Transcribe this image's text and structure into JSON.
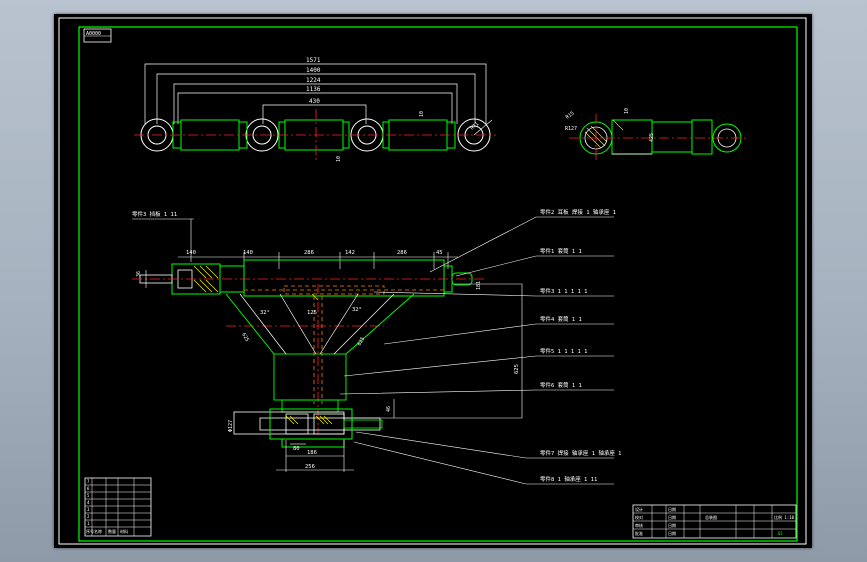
{
  "colors": {
    "paper": "#000000",
    "frame": "#ffffff",
    "geometry": "#00ff00",
    "centerline": "#ff2020",
    "hidden": "#ff7f00",
    "dimension": "#ffffff",
    "section": "#ffff00",
    "leader": "#ffffff"
  },
  "sheet": {
    "corner_tag": "A0000"
  },
  "top_view": {
    "dims": [
      "1571",
      "1400",
      "1224",
      "1136",
      "430",
      "10",
      "10",
      "R71"
    ]
  },
  "side_view": {
    "dims": [
      "R15",
      "R127",
      "10",
      "425"
    ]
  },
  "main_view": {
    "title_callout": "零件3 挡板 1 11",
    "dims": {
      "d1": "140",
      "d2": "286",
      "d3": "142",
      "d4": "286",
      "d5": "45",
      "d6": "36",
      "d7": "181",
      "d8": "32°",
      "d9": "32°",
      "d10": "125",
      "d11": "625",
      "d12": "Φ127",
      "d13": "80",
      "d14": "186",
      "d15": "256",
      "d16": "46"
    },
    "callouts": [
      "零件2 耳板 焊接 1 轴承座 1",
      "零件1 套筒 1 1",
      "零件3 1 1 1 1 1",
      "零件4 套筒 1 1",
      "零件5 1 1 1 1 1",
      "零件6 套筒 1 1",
      "零件7 焊接 轴承座 1 轴承座 1",
      "零件8 1 轴承座 1 11"
    ]
  },
  "bom_table": {
    "rows": [
      [
        "7",
        "",
        "",
        "",
        ""
      ],
      [
        "6",
        "",
        "",
        "",
        ""
      ],
      [
        "5",
        "",
        "",
        "",
        ""
      ],
      [
        "4",
        "",
        "",
        "",
        ""
      ],
      [
        "3",
        "",
        "",
        "",
        ""
      ],
      [
        "2",
        "",
        "",
        "",
        ""
      ],
      [
        "1",
        "",
        "",
        "",
        ""
      ]
    ],
    "footer": [
      "序号",
      "名称",
      "数量",
      "材料"
    ]
  },
  "title_block": {
    "rows": [
      [
        "设计",
        "",
        "日期",
        ""
      ],
      [
        "校对",
        "",
        "日期",
        ""
      ],
      [
        "审核",
        "",
        "日期",
        ""
      ],
      [
        "批准",
        "",
        "日期",
        ""
      ]
    ],
    "drawing_name": "总装图",
    "scale": "比例 1:10",
    "sheet_no": "01"
  }
}
